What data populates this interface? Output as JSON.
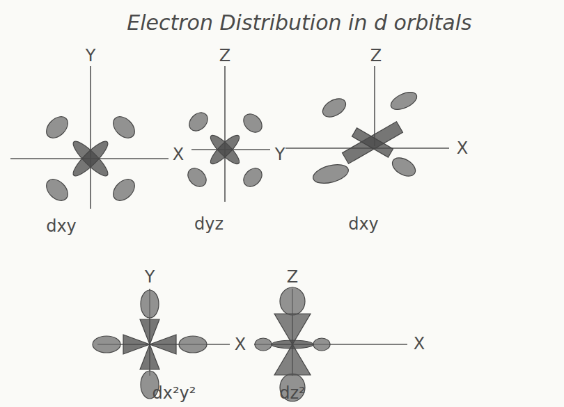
{
  "diagram": {
    "title": "Electron Distribution in d orbitals",
    "labels": [
      "Y",
      "X",
      "dxy",
      "Z",
      "Y",
      "dyz",
      "Z",
      "X",
      "dxy",
      "Y",
      "X",
      "dx²y²",
      "Z",
      "X",
      "dz²"
    ]
  }
}
